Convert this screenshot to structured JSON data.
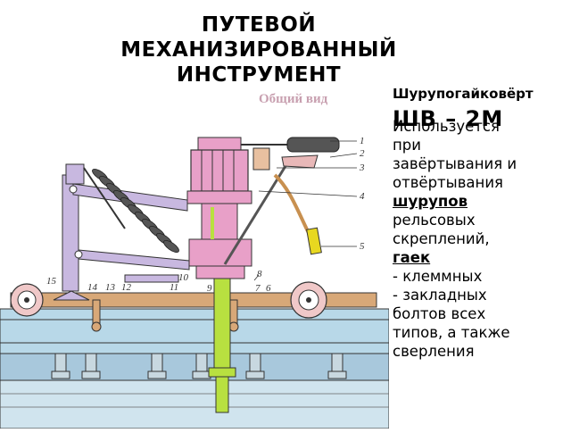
{
  "slide": {
    "title_line1": "ПУТЕВОЙ",
    "title_line2": "МЕХАНИЗИРОВАННЫЙ",
    "title_line3": "ИНСТРУМЕНТ",
    "general_view": "Общий вид",
    "tool_name": "Шурупогайковёрт",
    "model": "ШВ – 2М",
    "desc": {
      "l1": "Используется",
      "l2": "при",
      "l3": "завёртывания и",
      "l4": "отвёртывания",
      "kw1": "шурупов",
      "l5": "рельсовых",
      "l6": "скреплений,",
      "kw2": "гаек",
      "l7": "- клеммных",
      "l8": "- закладных",
      "l9": "болтов всех",
      "l10": "типов, а также",
      "l11": "сверления"
    }
  },
  "callouts": [
    "1",
    "2",
    "3",
    "4",
    "5",
    "6",
    "7",
    "8",
    "9",
    "10",
    "11",
    "12",
    "13",
    "14",
    "15"
  ],
  "colors": {
    "motor_pink": "#e8a0c8",
    "rail_blue": "#b8d8e8",
    "bar_tan": "#d8a878",
    "shaft_green": "#b8e040",
    "lamp_yellow": "#e8d820",
    "hose_tan": "#c89050",
    "arm_lavender": "#c8b8e0"
  }
}
